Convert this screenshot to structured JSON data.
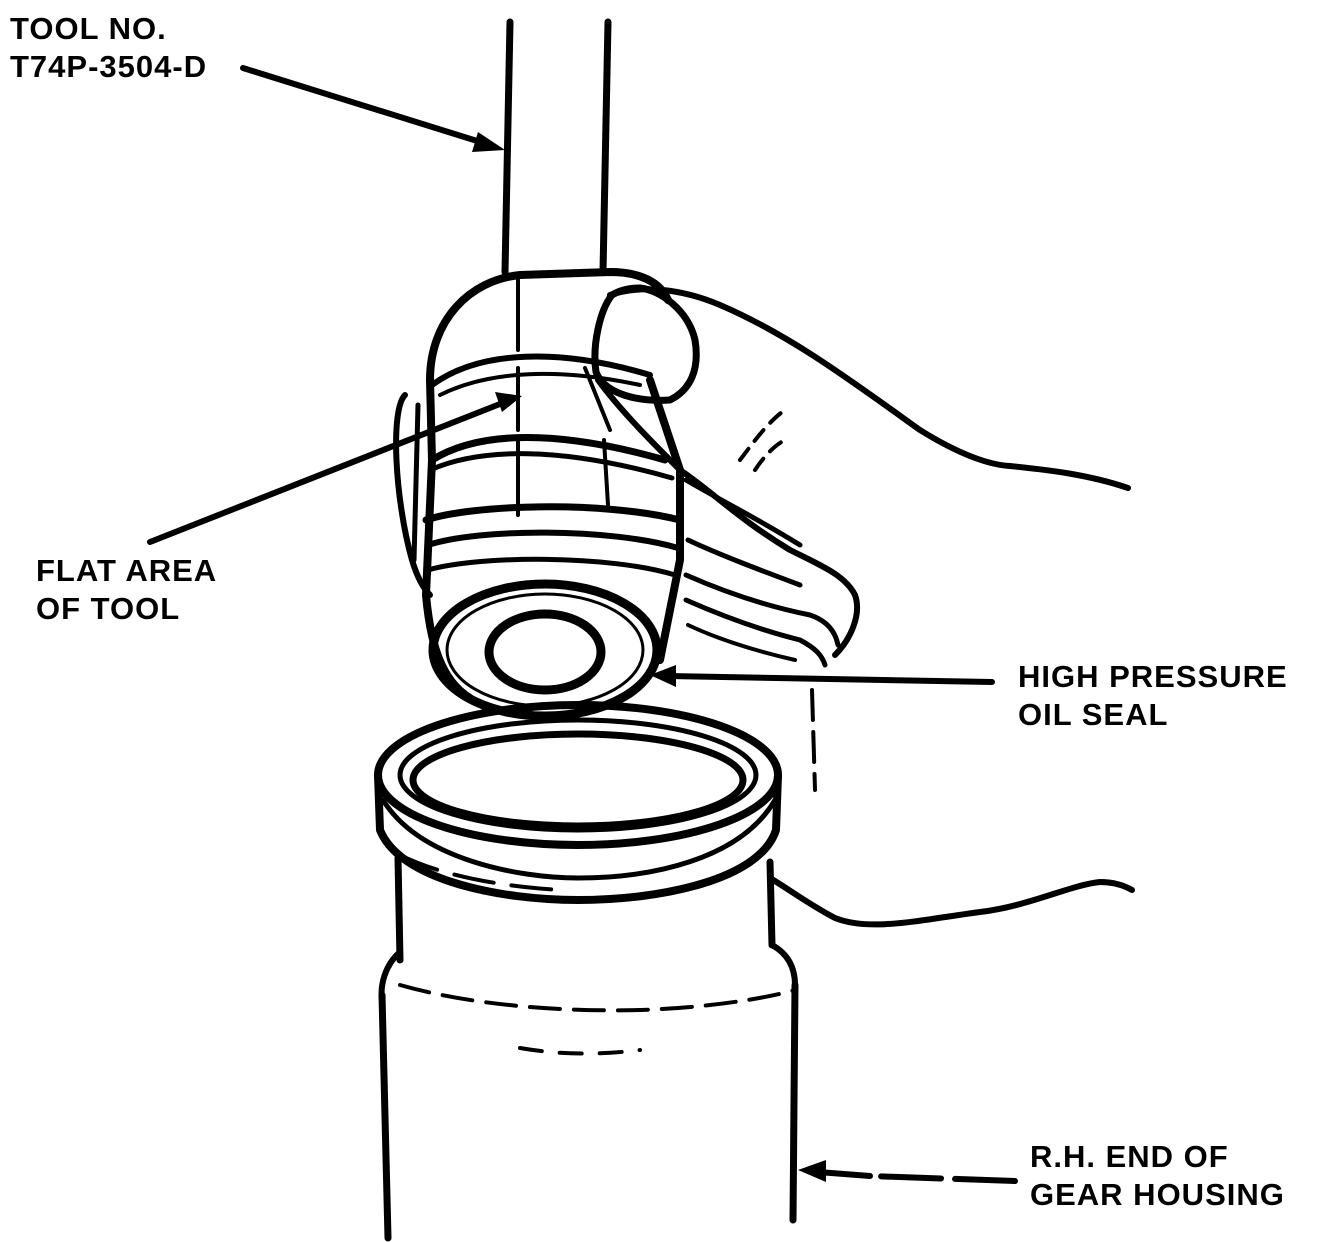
{
  "labels": {
    "tool": {
      "line1": "TOOL NO.",
      "line2": "T74P-3504-D"
    },
    "flat_area": {
      "line1": "FLAT AREA",
      "line2": "OF TOOL"
    },
    "seal": {
      "line1": "HIGH PRESSURE",
      "line2": "OIL SEAL"
    },
    "housing": {
      "line1": "R.H. END OF",
      "line2": "GEAR HOUSING"
    }
  },
  "colors": {
    "ink": "#000000",
    "paper": "#ffffff"
  }
}
